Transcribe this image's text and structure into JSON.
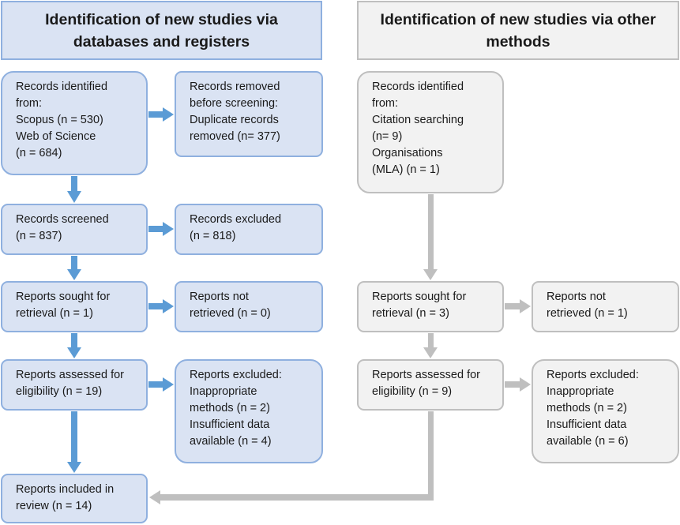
{
  "headers": {
    "left": "Identification of new studies via\ndatabases and registers",
    "right": "Identification of new studies via other\nmethods"
  },
  "left": {
    "identified": "Records identified\nfrom:\nScopus (n = 530)\nWeb of Science\n(n = 684)",
    "removed": "Records removed\nbefore screening:\nDuplicate records\nremoved (n= 377)",
    "screened": "Records screened\n(n = 837)",
    "excluded": "Records excluded\n(n = 818)",
    "sought": "Reports sought for\nretrieval (n = 1)",
    "not_retrieved": "Reports not\nretrieved (n = 0)",
    "assessed": "Reports assessed for\neligibility (n = 19)",
    "reports_excluded": "Reports excluded:\nInappropriate\nmethods (n = 2)\nInsufficient data\navailable (n = 4)",
    "included": "Reports included in\nreview (n = 14)"
  },
  "right": {
    "identified": "Records identified\nfrom:\nCitation searching\n(n= 9)\nOrganisations\n(MLA) (n = 1)",
    "sought": "Reports sought for\nretrieval (n = 3)",
    "not_retrieved": "Reports not\nretrieved (n = 1)",
    "assessed": "Reports assessed for\neligibility (n = 9)",
    "reports_excluded": "Reports excluded:\nInappropriate\nmethods (n = 2)\nInsufficient data\navailable (n = 6)"
  },
  "colors": {
    "blue_fill": "#dae3f3",
    "blue_border": "#8fb0df",
    "blue_arrow": "#5b9bd5",
    "gray_fill": "#f2f2f2",
    "gray_border": "#bfbfbf",
    "gray_arrow": "#bfbfbf"
  }
}
